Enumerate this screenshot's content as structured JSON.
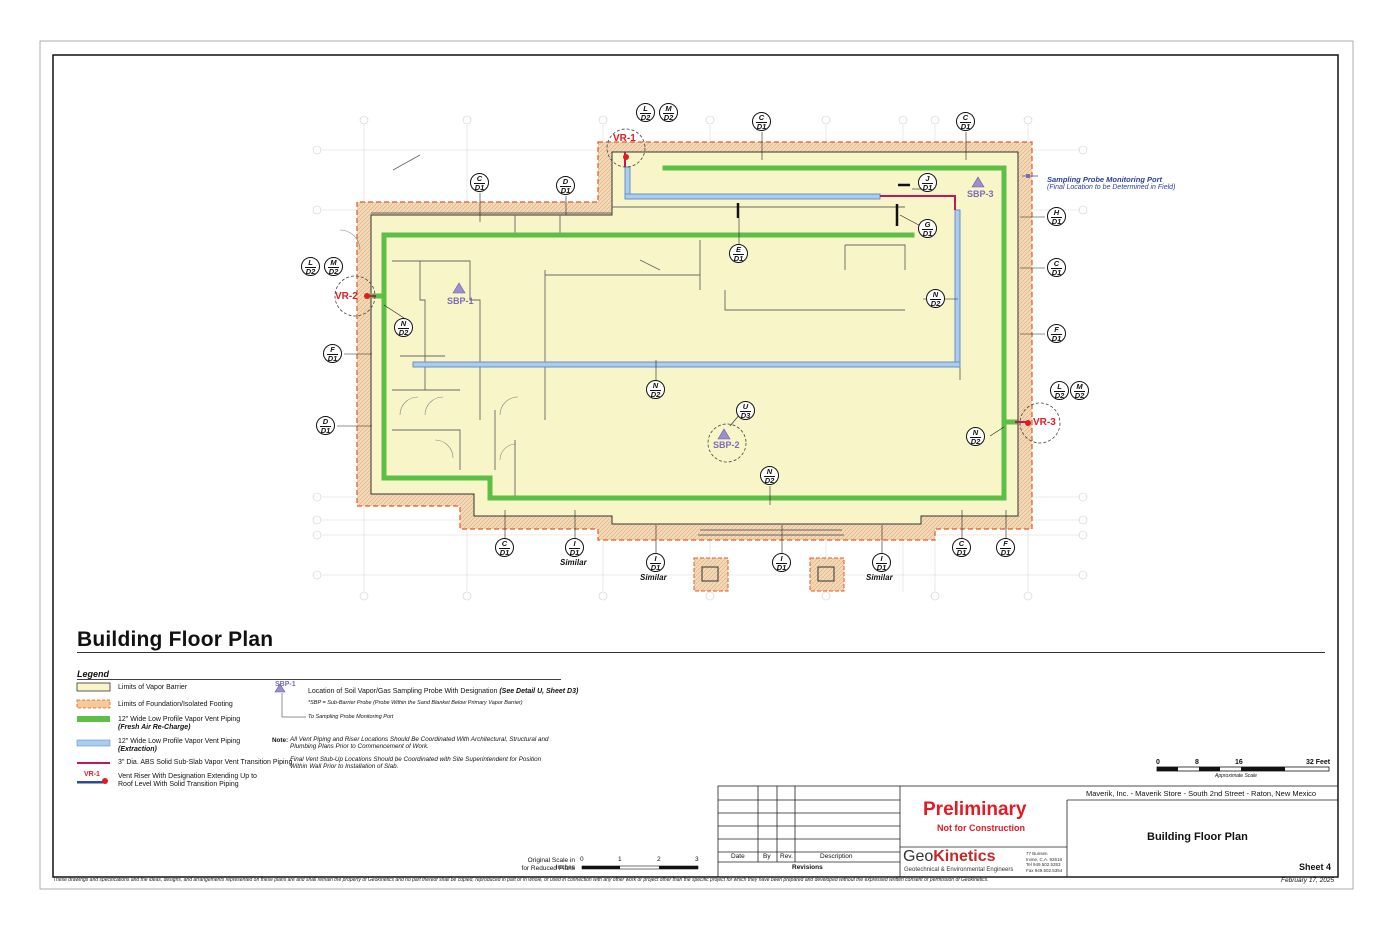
{
  "sheet_title": "Building Floor Plan",
  "legend": {
    "title": "Legend",
    "items": [
      {
        "label": "Limits of Vapor Barrier",
        "sub": ""
      },
      {
        "label": "Limits of Foundation/Isolated Footing",
        "sub": ""
      },
      {
        "label": "12\" Wide Low Profile Vapor Vent Piping",
        "sub": "(Fresh Air Re-Charge)"
      },
      {
        "label": "12\" Wide Low Profile Vapor Vent Piping",
        "sub": "(Extraction)"
      },
      {
        "label": "3\" Dia. ABS Solid Sub-Slab Vapor Vent Transition Piping",
        "sub": ""
      },
      {
        "label": "Vent Riser With Designation Extending Up to",
        "sub": "Roof Level With Solid Transition Piping"
      }
    ],
    "sbp_tag": "SBP-1",
    "sbp_text": "Location of Soil Vapor/Gas Sampling Probe With Designation",
    "sbp_detail": "(See Detail U, Sheet D3)",
    "sbp_note": "*SBP = Sub-Barrier Probe (Probe Within the Sand Blanket Below Primary Vapor Barrier)",
    "sbp_port": "To Sampling Probe Monitoring Port",
    "vr_tag": "VR-1"
  },
  "notes": {
    "label": "Note:",
    "line1": "All Vent Piping and Riser Locations Should Be Coordinated With Architectural, Structural and",
    "line2": "Plumbing Plans Prior to Commencement of Work.",
    "line3": "Final Vent Stub-Up Locations Should be Coordinated with Site Superintendent for Position",
    "line4": "Within Wall Prior to Installation of Slab."
  },
  "plan": {
    "vent_risers": [
      "VR-1",
      "VR-2",
      "VR-3"
    ],
    "probes": [
      "SBP-1",
      "SBP-2",
      "SBP-3"
    ],
    "monitoring_port": "Sampling Probe Monitoring Port",
    "monitoring_port_note": "(Final Location to be Determined in Field)",
    "similar": "Similar",
    "callouts": [
      {
        "t": "L",
        "b": "D2"
      },
      {
        "t": "M",
        "b": "D2"
      },
      {
        "t": "C",
        "b": "D1"
      },
      {
        "t": "C",
        "b": "D1"
      },
      {
        "t": "C",
        "b": "D1"
      },
      {
        "t": "D",
        "b": "D1"
      },
      {
        "t": "J",
        "b": "D1"
      },
      {
        "t": "H",
        "b": "D1"
      },
      {
        "t": "G",
        "b": "D1"
      },
      {
        "t": "E",
        "b": "D1"
      },
      {
        "t": "L",
        "b": "D2"
      },
      {
        "t": "M",
        "b": "D2"
      },
      {
        "t": "C",
        "b": "D1"
      },
      {
        "t": "N",
        "b": "D2"
      },
      {
        "t": "N",
        "b": "D2"
      },
      {
        "t": "F",
        "b": "D1"
      },
      {
        "t": "F",
        "b": "D1"
      },
      {
        "t": "L",
        "b": "D2"
      },
      {
        "t": "M",
        "b": "D2"
      },
      {
        "t": "N",
        "b": "D2"
      },
      {
        "t": "U",
        "b": "D3"
      },
      {
        "t": "D",
        "b": "D1"
      },
      {
        "t": "N",
        "b": "D2"
      },
      {
        "t": "N",
        "b": "D2"
      },
      {
        "t": "C",
        "b": "D1"
      },
      {
        "t": "I",
        "b": "D1"
      },
      {
        "t": "I",
        "b": "D1"
      },
      {
        "t": "I",
        "b": "D1"
      },
      {
        "t": "I",
        "b": "D1"
      },
      {
        "t": "C",
        "b": "D1"
      },
      {
        "t": "F",
        "b": "D1"
      }
    ]
  },
  "scale": {
    "ticks": [
      "0",
      "8",
      "16",
      "32 Feet"
    ],
    "caption": "Approximate Scale"
  },
  "reduced_scale": {
    "label1": "Original Scale in Inches",
    "label2": "for Reduced Plans",
    "ticks": [
      "0",
      "1",
      "2",
      "3"
    ]
  },
  "title_block": {
    "project": "Maverik, Inc. - Maverik Store - South 2nd Street - Raton, New Mexico",
    "status": "Preliminary",
    "status_sub": "Not for Construction",
    "drawing_title": "Building Floor Plan",
    "sheet": "Sheet 4",
    "date": "February 17, 2025",
    "revisions_label": "Revisions",
    "col_date": "Date",
    "col_by": "By",
    "col_rev": "Rev.",
    "col_desc": "Description",
    "company_geo": "Geo",
    "company_kinetics": "Kinetics",
    "company_sub": "Geotechnical & Environmental Engineers",
    "address1": "77 Bunsen",
    "address2": "Irvine, C.A. 92618",
    "phone": "Tel 949.502.5353",
    "fax": "Fax 949.502.5354"
  },
  "footer": "These drawings and specifications and the ideas, designs, and arrangements represented on these plans are and shall remain the property of Geokinetics and no part thereof shall be copied, reproduced in part or in whole, or used in connection with any other work or project other than the specific project for which they have been prepared and developed without the expressed written consent or permission of Geokinetics.",
  "colors": {
    "vapor_barrier": "#f8f6c8",
    "footing": "#f6c99a",
    "fresh_air": "#5cbf46",
    "extraction": "#a9cdf0",
    "transition": "#c2185b",
    "probe": "#7a6ab8",
    "riser": "#e21b23"
  }
}
